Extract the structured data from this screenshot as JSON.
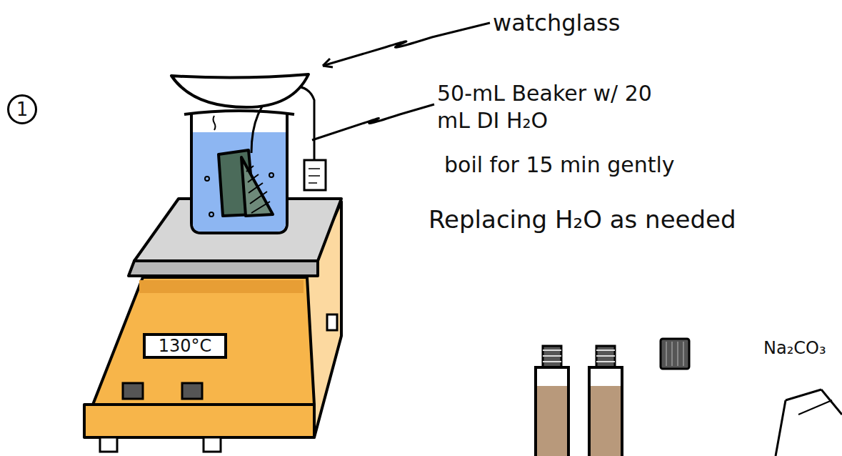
{
  "diagram": {
    "nodes": [
      {
        "text": [
          "1"
        ]
      },
      {
        "text": [
          "130°C"
        ]
      }
    ],
    "labels": [
      "watchglass",
      "50-mL Beaker w/ 20 mL DI H₂O",
      "boil for 15 min gently",
      "Replacing H₂O as needed",
      "Na₂CO₃"
    ]
  }
}
